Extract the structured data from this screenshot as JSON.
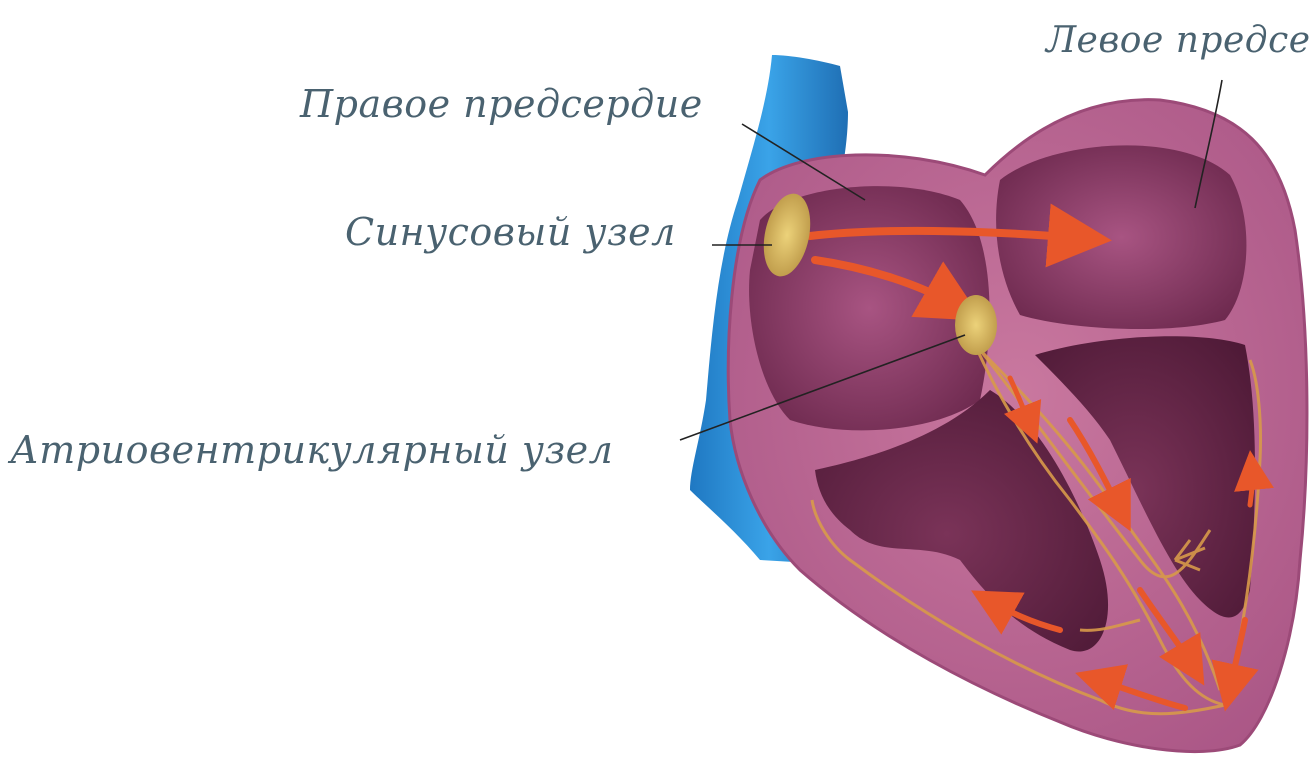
{
  "labels": {
    "right_atrium": "Правое предсердие",
    "sinus_node": "Синусовый узел",
    "av_node": "Атриовентрикулярный узел",
    "left_atrium": "Левое предсе"
  },
  "colors": {
    "vein": "#2d8fd3",
    "heart_wall": "#b8638f",
    "chamber": "#8a3a63",
    "node": "#d8b85a",
    "signal": "#e8572a",
    "label": "#4a6270"
  }
}
